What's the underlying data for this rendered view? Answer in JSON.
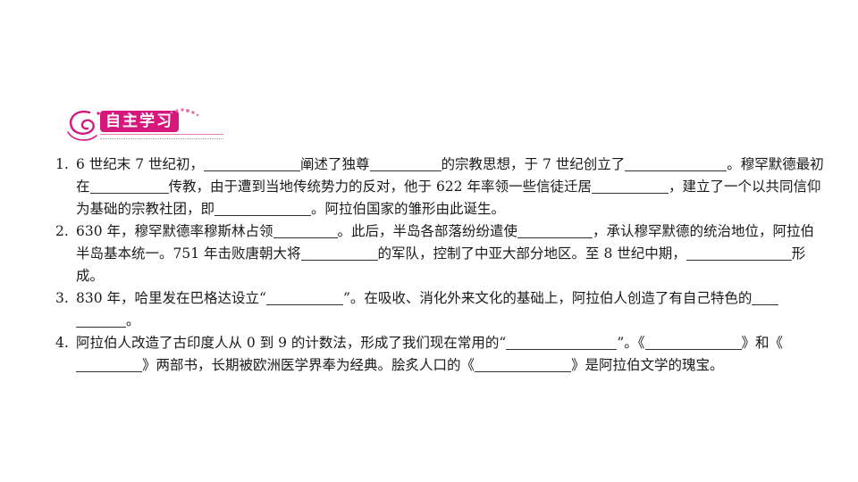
{
  "section": {
    "title": "自主学习"
  },
  "questions": [
    {
      "number": "1.",
      "parts": [
        "6 世纪末 7 世纪初，",
        {
          "w": 108
        },
        "阐述了独尊",
        {
          "w": 80
        },
        "的宗教思想，于 7 世纪创立了",
        {
          "w": 76
        },
        {
          "w": 38
        },
        "。穆罕默德最初在",
        {
          "w": 88
        },
        "传教，由于遭到当地传统势力的反对，他于 622 年率领一些信徒迁居",
        {
          "w": 86
        },
        "，建立了一个以共同信仰为基础的宗教社团，即",
        {
          "w": 108
        },
        "。阿拉伯国家的雏形由此诞生。"
      ]
    },
    {
      "number": "2.",
      "parts": [
        "630 年，穆罕默德率穆斯林占领",
        {
          "w": 72
        },
        "。此后，半岛各部落纷纷遣使",
        {
          "w": 84
        },
        "，承认穆罕默德的统治地位，阿拉伯半岛基本统一。751 年击败唐朝大将",
        {
          "w": 86
        },
        "的军队，控制了中亚大部分地区。至 8 世纪中期，",
        {
          "w": 118
        },
        "形成。"
      ]
    },
    {
      "number": "3.",
      "parts": [
        "830 年，哈里发在巴格达设立“",
        {
          "w": 86
        },
        "”。在吸收、消化外来文化的基础上，阿拉伯人创造了有自己特色的",
        {
          "w": 30
        },
        {
          "w": 56
        },
        "。"
      ]
    },
    {
      "number": "4.",
      "parts": [
        "阿拉伯人改造了古印度人从 0 到 9 的计数法，形成了我们现在常用的“",
        {
          "w": 124
        },
        "”。《",
        {
          "w": 108
        },
        "》和《",
        {
          "w": 74
        },
        "》两部书，长期被欧洲医学界奉为经典。脍炙人口的《",
        {
          "w": 108
        },
        "》是阿拉伯文学的瑰宝。"
      ]
    }
  ]
}
